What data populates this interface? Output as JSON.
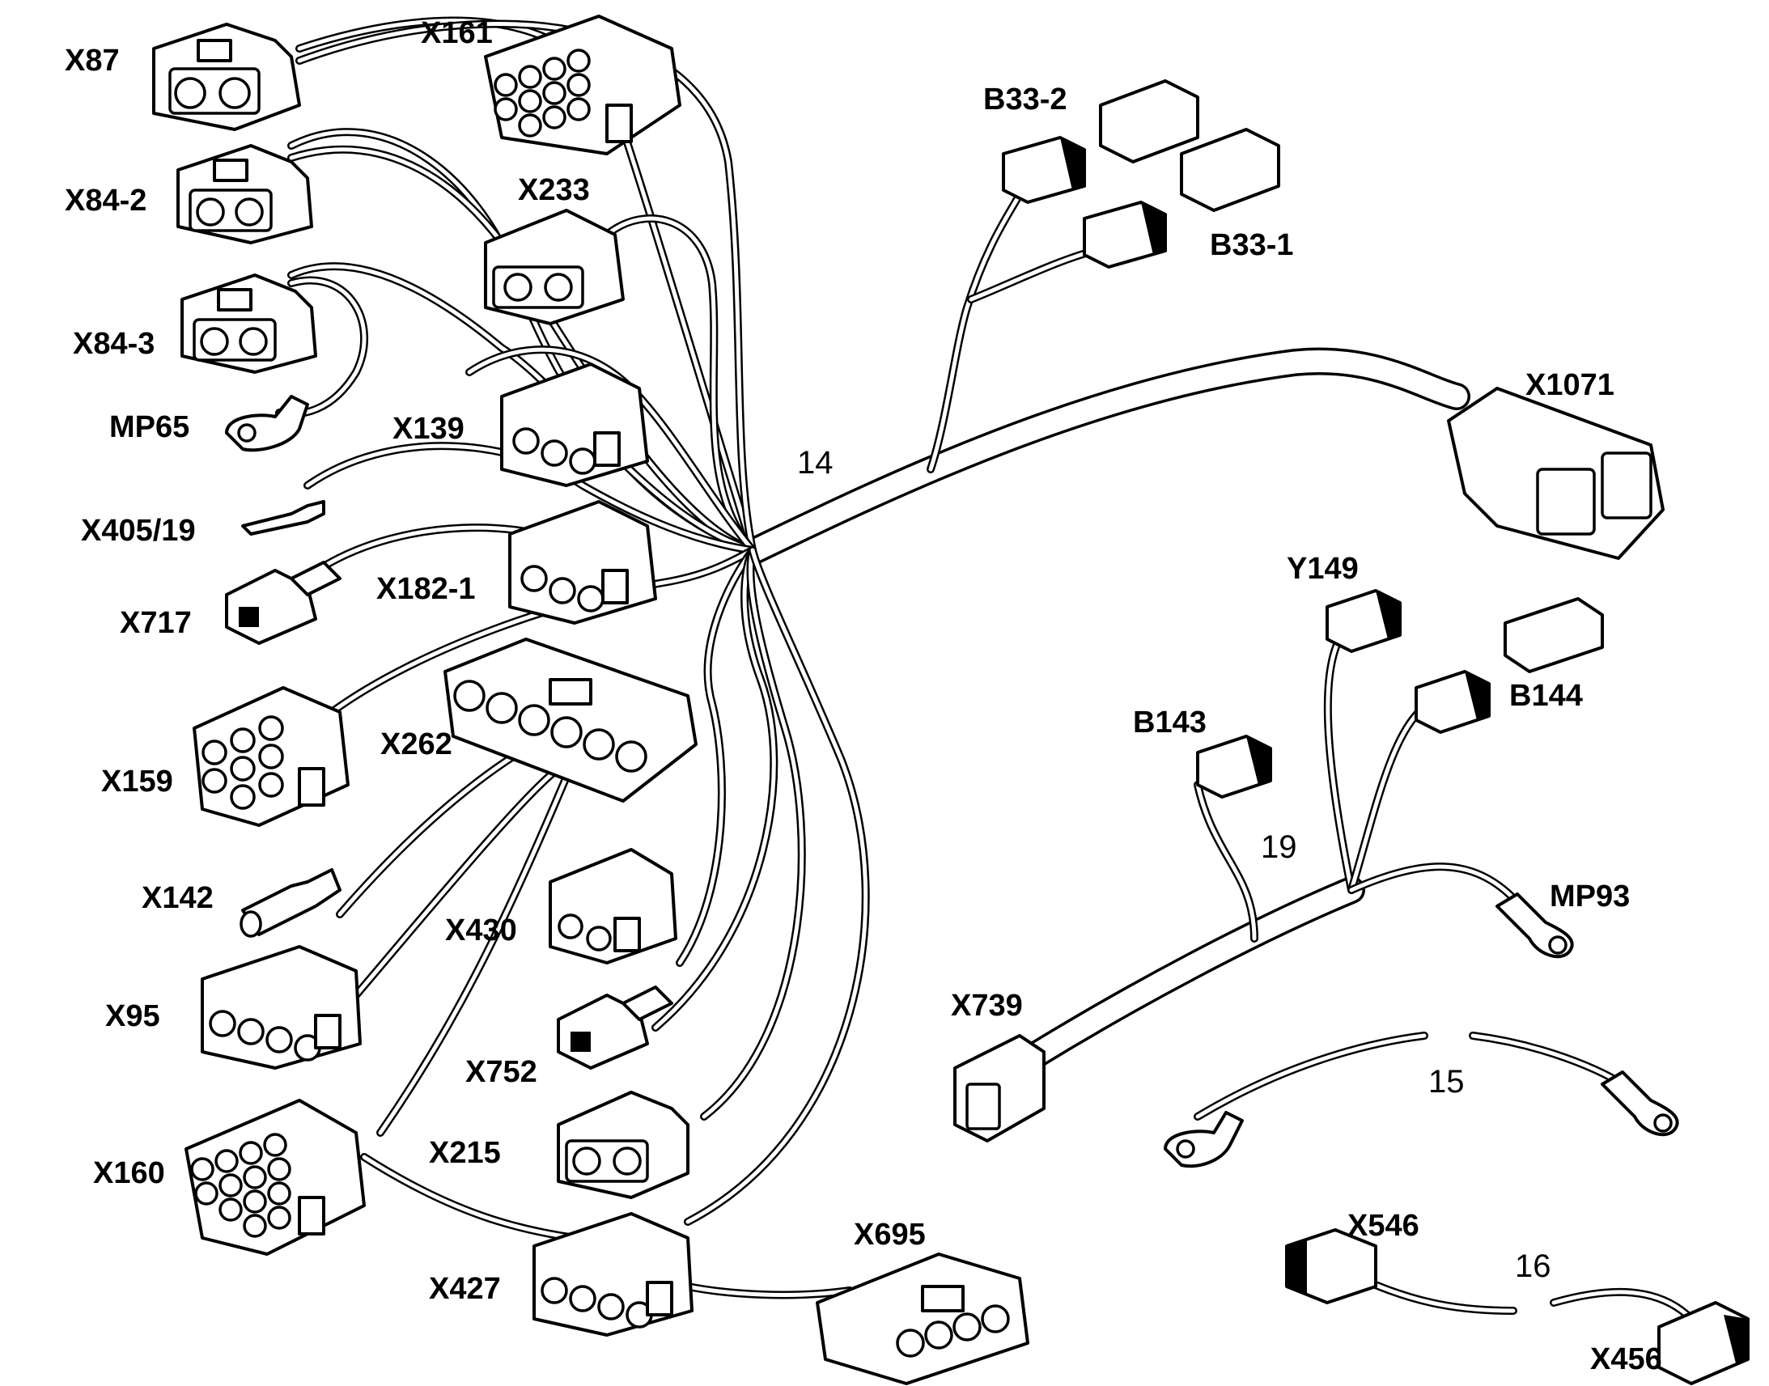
{
  "diagram": {
    "connector_labels": {
      "x87": "X87",
      "x161": "X161",
      "x84_2": "X84-2",
      "x233": "X233",
      "x84_3": "X84-3",
      "mp65": "MP65",
      "x139": "X139",
      "x405_19": "X405/19",
      "x182_1": "X182-1",
      "x717": "X717",
      "x159": "X159",
      "x262": "X262",
      "x142": "X142",
      "x430": "X430",
      "x95": "X95",
      "x752": "X752",
      "x160": "X160",
      "x215": "X215",
      "x427": "X427",
      "x695": "X695",
      "b33_2": "B33-2",
      "b33_1": "B33-1",
      "x1071": "X1071",
      "y149": "Y149",
      "b144": "B144",
      "b143": "B143",
      "mp93": "MP93",
      "x739": "X739",
      "x546": "X546",
      "x456": "X456"
    },
    "harness_numbers": {
      "h14": "14",
      "h19": "19",
      "h15": "15",
      "h16": "16"
    }
  }
}
